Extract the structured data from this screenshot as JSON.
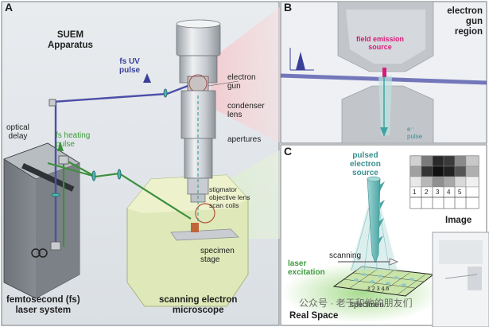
{
  "panels": {
    "A": {
      "letter": "A",
      "apparatus_title": "SUEM\nApparatus",
      "uv_pulse": "fs UV\npulse",
      "optical_delay": "optical\ndelay",
      "heating_pulse": "fs heating\npulse",
      "electron_gun": "electron\ngun",
      "condenser_lens": "condenser\nlens",
      "apertures": "apertures",
      "stigmator_stack": "stigmator\nobjective lens\nscan coils",
      "specimen_stage": "specimen\nstage",
      "laser_system": "femtosecond (fs)\nlaser system",
      "microscope": "scanning electron\nmicroscope"
    },
    "B": {
      "letter": "B",
      "region_title": "electron\ngun\nregion",
      "field_emission": "field emission\nsource",
      "e_label": "e⁻\npulse"
    },
    "C": {
      "letter": "C",
      "pulsed_source": "pulsed\nelectron\nsource",
      "image_label": "Image",
      "grid_numbers": [
        "1",
        "2",
        "3",
        "4",
        "5"
      ],
      "scanning": "scanning",
      "laser_excitation": "laser\nexcitation",
      "specimen": "specimen",
      "real_space": "Real Space",
      "specimen_grid_numbers": "1 2 3 4 5"
    },
    "watermark": "公众号 · 老于和他的朋友们"
  }
}
